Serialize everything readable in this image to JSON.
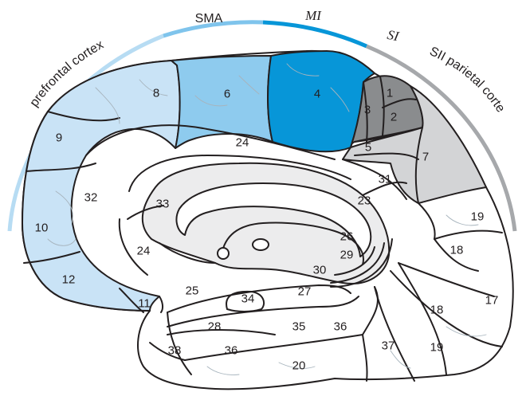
{
  "arc_labels": {
    "prefrontal": "prefrontal cortex",
    "sma": "SMA",
    "mi": "MI",
    "si": "SI",
    "sii_parietal": "SII parietal corte"
  },
  "areas": {
    "a1": "1",
    "a2": "2",
    "a3": "3",
    "a4": "4",
    "a5": "5",
    "a6": "6",
    "a7": "7",
    "a8": "8",
    "a9": "9",
    "a10": "10",
    "a11": "11",
    "a12": "12",
    "a17": "17",
    "a18a": "18",
    "a18b": "18",
    "a19a": "19",
    "a19b": "19",
    "a20": "20",
    "a23": "23",
    "a24a": "24",
    "a24b": "24",
    "a25": "25",
    "a26": "26",
    "a27": "27",
    "a28": "28",
    "a29": "29",
    "a30": "30",
    "a31": "31",
    "a32": "32",
    "a33": "33",
    "a34": "34",
    "a35": "35",
    "a36a": "36",
    "a36b": "36",
    "a37": "37",
    "a38": "38"
  },
  "colors": {
    "prefrontal": "#c9e3f6",
    "sma": "#8ecbee",
    "mi": "#0796d8",
    "si_dark": "#8a8c8e",
    "si_light": "#b3b5b7",
    "parietal": "#d3d4d6",
    "limbic": "#ececed",
    "arc_prefrontal": "#b7dcf3",
    "arc_sma": "#7fc4ec",
    "arc_mi": "#0796d8",
    "arc_si": "#a6a8ab"
  }
}
